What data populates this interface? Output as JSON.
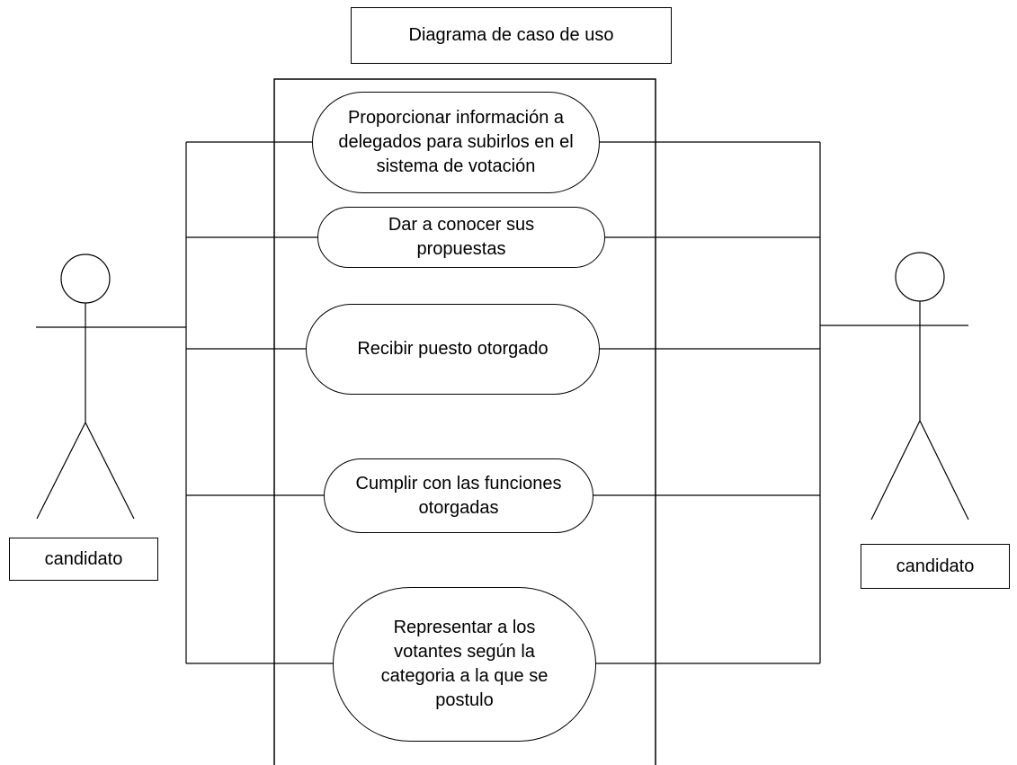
{
  "title": "Diagrama de caso de uso",
  "actors": [
    {
      "label": "candidato",
      "icon": "stick-figure-icon"
    },
    {
      "label": "candidato",
      "icon": "stick-figure-icon"
    }
  ],
  "use_cases": [
    {
      "label": "Proporcionar información a delegados para subirlos en el sistema de votación"
    },
    {
      "label": "Dar a conocer sus propuestas"
    },
    {
      "label": "Recibir puesto otorgado"
    },
    {
      "label": "Cumplir con las funciones otorgadas"
    },
    {
      "label": "Representar a los votantes según la categoria a la que se postulo"
    }
  ],
  "colors": {
    "stroke": "#000000",
    "background": "#ffffff"
  }
}
